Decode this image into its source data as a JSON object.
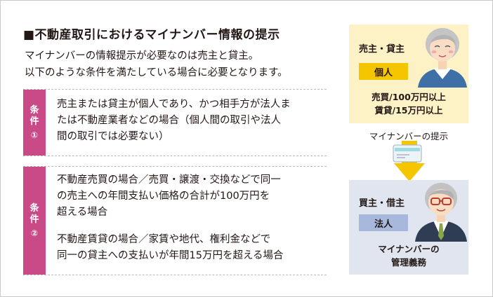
{
  "title": "■不動産取引におけるマイナンバー情報の提示",
  "intro": [
    "マイナンバーの情報提示が必要なのは売主と貸主。",
    "以下のような条件を満たしている場合に必要となります。"
  ],
  "conditions": [
    {
      "tag_chars": [
        "条",
        "件"
      ],
      "tag_num": "①",
      "lines": [
        "売主または貸主が個人であり、かつ相手方が法人ま",
        "たは不動産業者などの場合（個人間の取引や法人",
        "間の取引では必要ない）"
      ]
    },
    {
      "tag_chars": [
        "条",
        "件"
      ],
      "tag_num": "②",
      "lines_a": [
        "不動産売買の場合／売買・譲渡・交換などで同一",
        "の売主への年間支払い価格の合計が100万円を",
        "超える場合"
      ],
      "lines_b": [
        "不動産賃貸の場合／家賃や地代、権利金などで",
        "同一の貸主への支払いが年間15万円を超える場合"
      ]
    }
  ],
  "diagram": {
    "seller": {
      "role": "売主・貸主",
      "badge": "個人",
      "conditions": [
        "売買/100万円以上",
        "賃貸/15万円以上"
      ]
    },
    "provide_label": "マイナンバーの提示",
    "buyer": {
      "role": "買主・借主",
      "badge": "法人",
      "duty": [
        "マイナンバーの",
        "管理義務"
      ]
    }
  },
  "colors": {
    "condition_tag": "#c94a86",
    "seller_bg": "#fdf2c5",
    "seller_badge": "#f5c500",
    "buyer_bg": "#e0e5f0",
    "buyer_badge": "#a7b8dc",
    "arrow": "#f5c500"
  }
}
